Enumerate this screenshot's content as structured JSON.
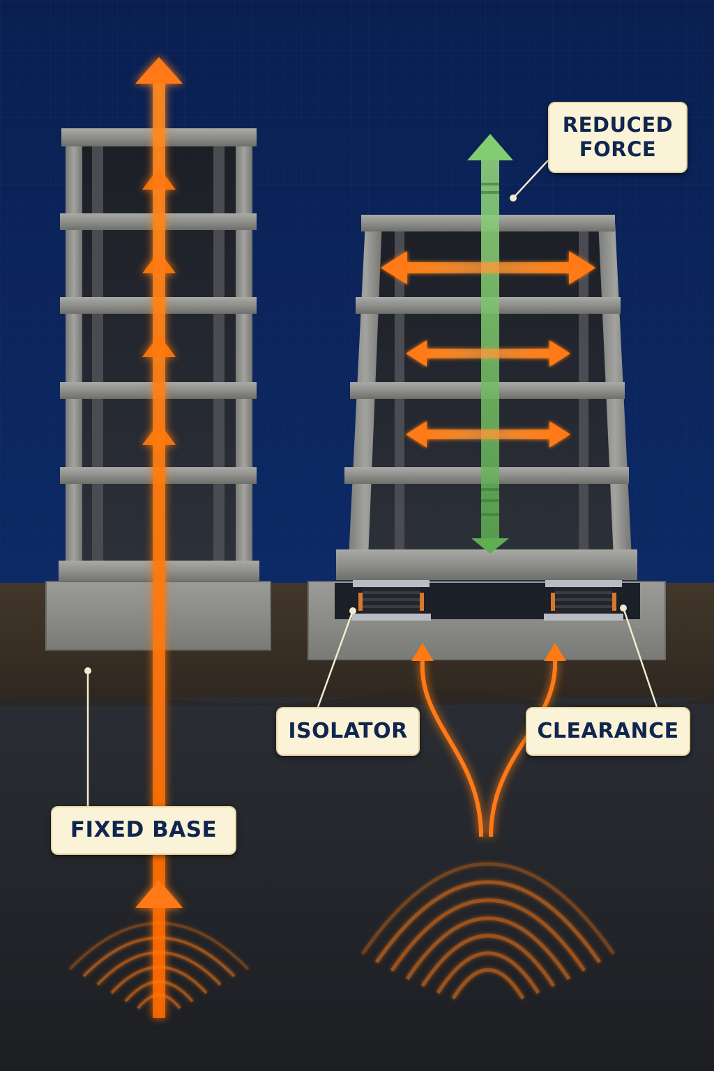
{
  "colors": {
    "sky": "#0b2154",
    "soil_top": "#3a2f25",
    "soil_deep": "#23262b",
    "concrete": "#8e8e8e",
    "force_arrow": "#ff7a12",
    "reduced_force_arrow": "#7cc46a",
    "callout_bg": "#fbf3d7",
    "callout_text": "#10254f"
  },
  "labels": {
    "reduced_force_line1": "REDUCED",
    "reduced_force_line2": "FORCE",
    "isolator": "ISOLATOR",
    "clearance": "CLEARANCE",
    "fixed_base": "FIXED BASE"
  },
  "icons": {
    "force": "arrow-up-icon",
    "sway": "double-arrow-horizontal-icon",
    "waves": "seismic-wave-icon",
    "bearing": "isolator-bearing-icon"
  }
}
